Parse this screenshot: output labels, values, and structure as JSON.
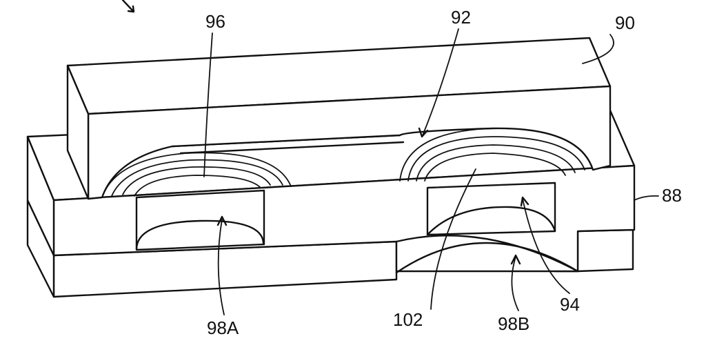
{
  "labels": {
    "ref_96": "96",
    "ref_92": "92",
    "ref_90": "90",
    "ref_88": "88",
    "ref_98a": "98A",
    "ref_102": "102",
    "ref_98b": "98B",
    "ref_94": "94"
  },
  "colors": {
    "line": "#111111",
    "background": "#ffffff"
  }
}
